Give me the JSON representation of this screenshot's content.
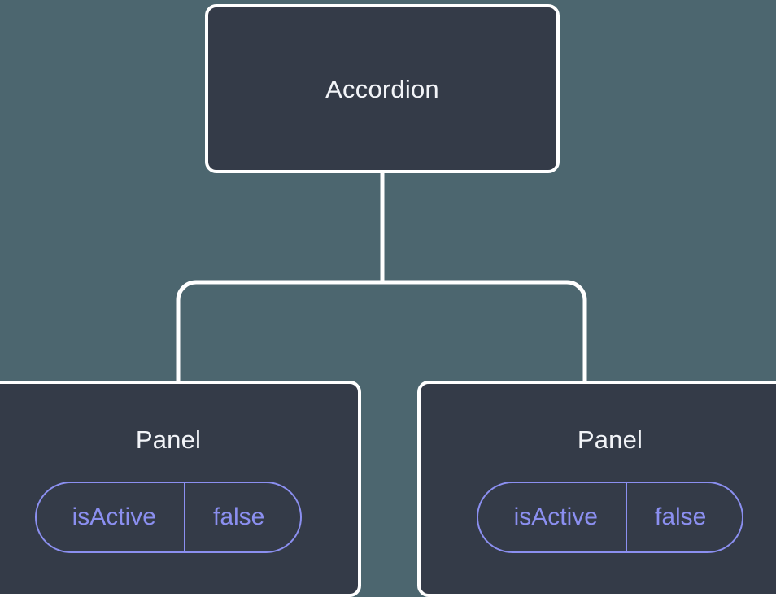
{
  "theme": {
    "background_color": "#4c666f",
    "node_fill_color": "#343b48",
    "node_border_color": "#ffffff",
    "node_text_color": "#f2f4f8",
    "connector_color": "#ffffff",
    "prop_accent_color": "#8b8ff0"
  },
  "diagram": {
    "type": "component-tree",
    "root": {
      "label": "Accordion"
    },
    "children": [
      {
        "label": "Panel",
        "props": [
          {
            "key": "isActive",
            "value": "false"
          }
        ]
      },
      {
        "label": "Panel",
        "props": [
          {
            "key": "isActive",
            "value": "false"
          }
        ]
      }
    ]
  }
}
